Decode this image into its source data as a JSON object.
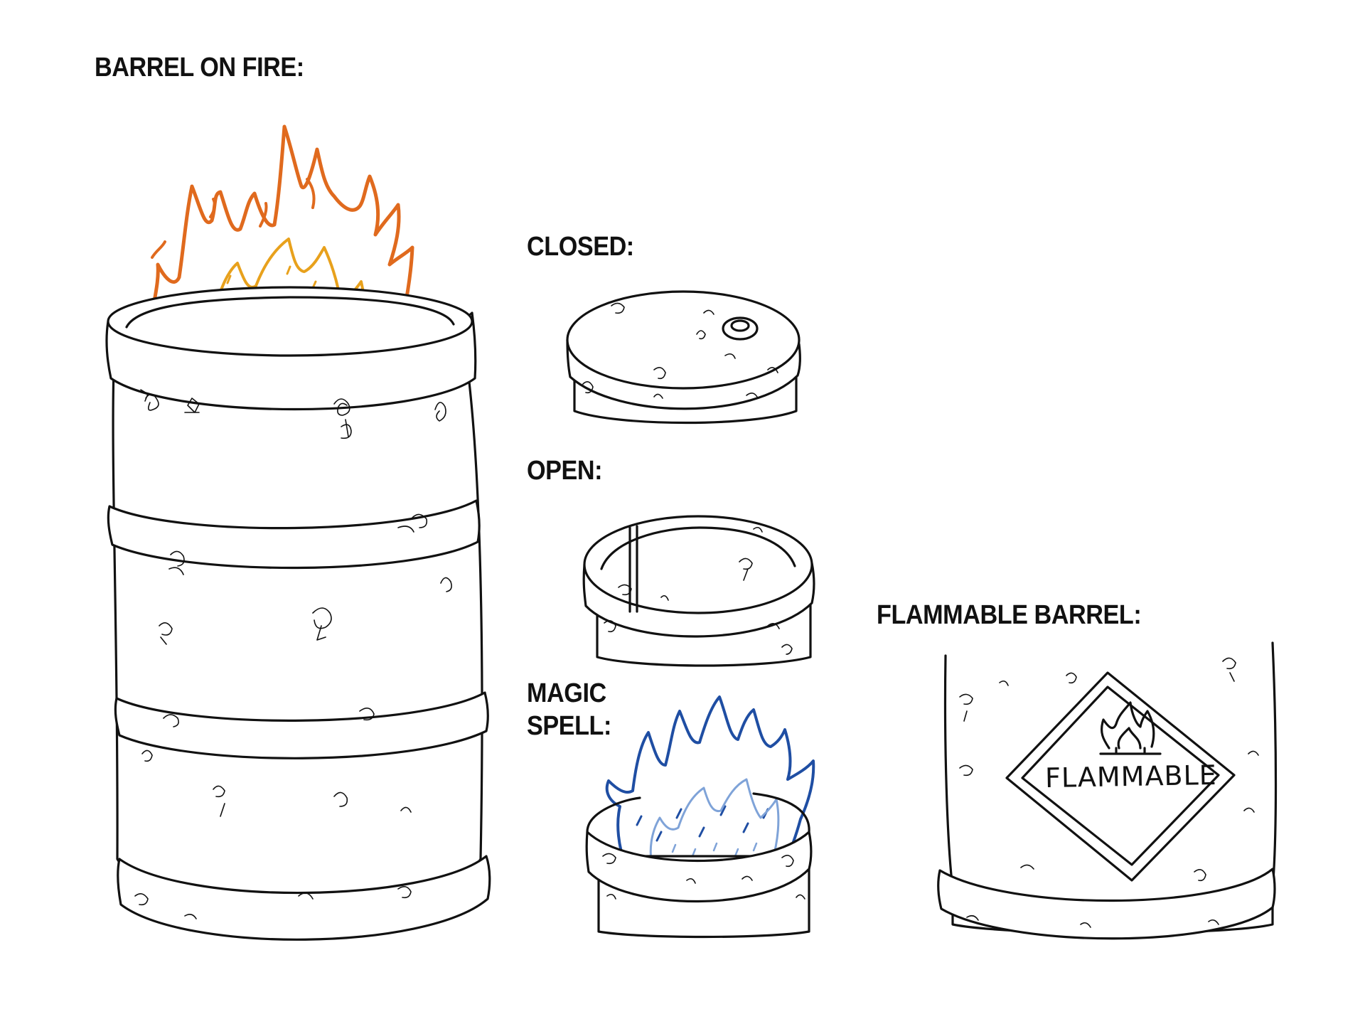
{
  "labels": {
    "barrel_on_fire": "BARREL ON FIRE:",
    "closed": "CLOSED:",
    "open": "OPEN:",
    "magic_spell_line1": "MAGIC",
    "magic_spell_line2": "SPELL:",
    "flammable_barrel": "FLAMMABLE BARREL:"
  },
  "sign": {
    "text": "FLAMMABLE"
  },
  "colors": {
    "ink": "#111111",
    "fire_orange": "#e06a1e",
    "fire_yellow": "#e8a11c",
    "magic_blue_dark": "#1f4ea3",
    "magic_blue_light": "#7fa3d8",
    "background": "#ffffff"
  },
  "icons": {
    "sign_icon": "flame-icon"
  }
}
